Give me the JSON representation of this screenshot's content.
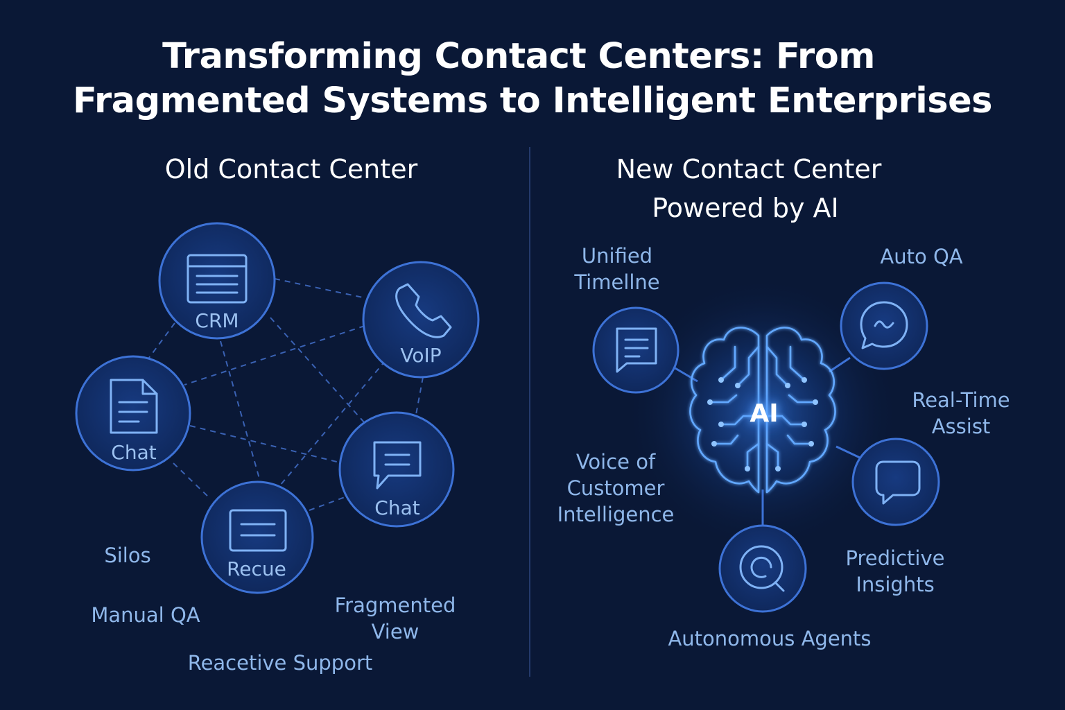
{
  "title": {
    "line1": "Transforming Contact Centers: From",
    "line2": "Fragmented Systems to Intelligent Enterprises"
  },
  "old": {
    "heading": "Old Contact Center",
    "nodes": [
      {
        "label": "CRM",
        "icon": "window-icon"
      },
      {
        "label": "VoIP",
        "icon": "phone-icon"
      },
      {
        "label": "Chat",
        "icon": "document-icon"
      },
      {
        "label": "Chat",
        "icon": "chat-bubble-icon"
      },
      {
        "label": "Recue",
        "icon": "message-box-icon"
      }
    ],
    "notes": {
      "silos": "Silos",
      "manual_qa": "Manual QA",
      "fragmented_1": "Fragmented",
      "fragmented_2": "View",
      "reactive": "Reacetive Support"
    }
  },
  "new": {
    "heading_1": "New Contact Center",
    "heading_2": "Powered by AI",
    "center": "AI",
    "features": {
      "unified_1": "Unified",
      "unified_2": "Timellne",
      "auto_qa": "Auto QA",
      "realtime_1": "Real-Time",
      "realtime_2": "Assist",
      "voice_1": "Voice of",
      "voice_2": "Customer",
      "voice_3": "Intelligence",
      "predictive_1": "Predictive",
      "predictive_2": "Insights",
      "autonomous": "Autonomous Agents"
    },
    "icons": [
      "document-lines-icon",
      "chat-wave-icon",
      "chat-square-icon",
      "search-ring-icon",
      "brain-icon"
    ]
  },
  "colors": {
    "background": "#0a1836",
    "node_fill": "#12306a",
    "node_stroke": "#3d72d6",
    "icon_stroke": "#7fb2f5",
    "label": "#8fb7ea",
    "glow": "#3a86ff"
  }
}
